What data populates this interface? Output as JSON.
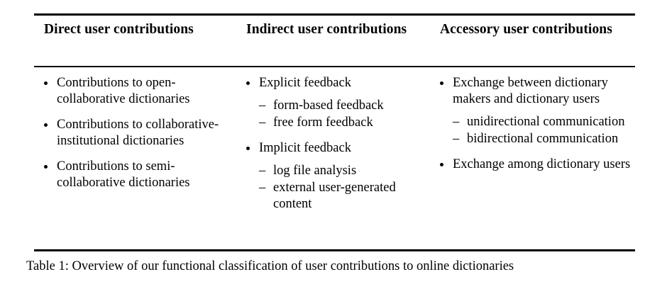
{
  "table": {
    "columns": [
      {
        "header": "Direct user contributions",
        "items": [
          {
            "text": "Contributions to open-collaborative dictionaries",
            "subs": []
          },
          {
            "text": "Contributions to collaborative-institutional dictionaries",
            "subs": []
          },
          {
            "text": "Contributions to semi-collaborative dictionaries",
            "subs": []
          }
        ]
      },
      {
        "header": "Indirect user contributions",
        "items": [
          {
            "text": "Explicit feedback",
            "subs": [
              "form-based feedback",
              "free form feedback"
            ]
          },
          {
            "text": "Implicit feedback",
            "subs": [
              "log file analysis",
              "external user-generated content"
            ]
          }
        ]
      },
      {
        "header": "Accessory user contributions",
        "items": [
          {
            "text": "Exchange between dictionary makers and dictionary users",
            "subs": [
              "unidirectional communication",
              "bidirectional communication"
            ]
          },
          {
            "text": "Exchange among dictionary users",
            "subs": []
          }
        ]
      }
    ]
  },
  "caption": "Table 1: Overview of our functional classification of user contributions to online dictionaries",
  "glyphs": {
    "bullet": "•",
    "dash": "–"
  },
  "colors": {
    "text": "#000000",
    "background": "#ffffff",
    "rule": "#000000"
  }
}
